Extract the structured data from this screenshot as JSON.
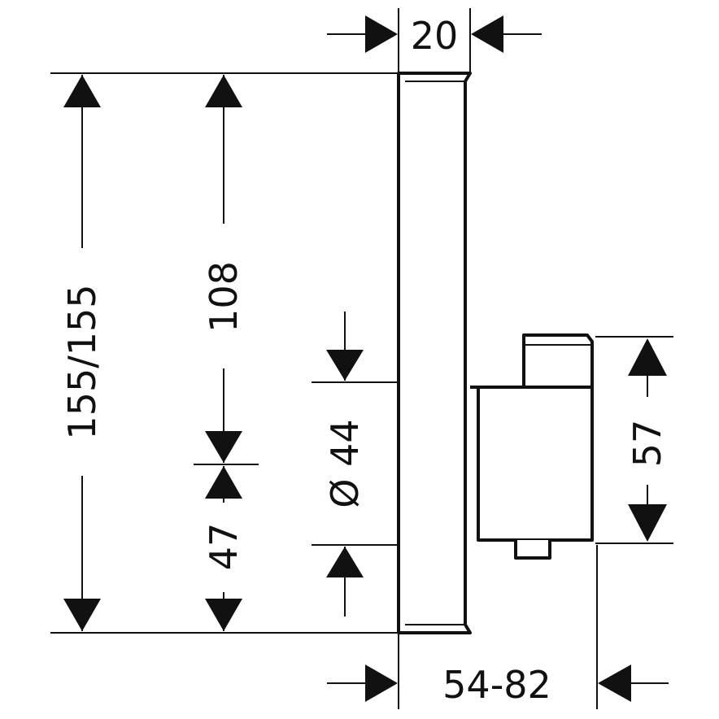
{
  "drawing": {
    "dimensions": {
      "top_width": "20",
      "bottom_depth": "54-82",
      "total_height": "155/155",
      "upper_height": "108",
      "lower_height": "47",
      "diameter": "Ø 44",
      "right_height": "57"
    },
    "line_color": "#111111"
  }
}
